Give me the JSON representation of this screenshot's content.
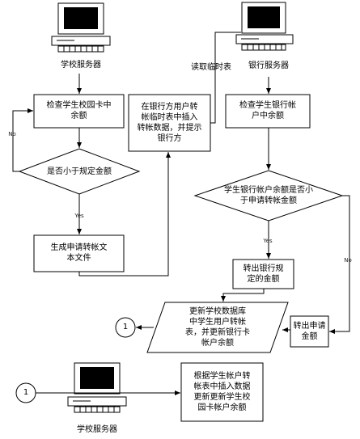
{
  "school_server_top": "学校服务器",
  "bank_server": "银行服务器",
  "read_temp_table": "读取临时表",
  "check_campus_card": [
    "检查学生校园卡中",
    "余额"
  ],
  "decision_less_than": "是否小于规定金额",
  "no_label_1": "No",
  "yes_label_1": "Yes",
  "generate_file": [
    "生成申请转帐文",
    "本文件"
  ],
  "insert_temp": [
    "在银行方用户转",
    "帐临时表中插入",
    "转帐数据，并提示",
    "银行方"
  ],
  "check_bank_balance": [
    "检查学生银行帐",
    "户中余额"
  ],
  "decision_bank": [
    "学生银行帐户余额是否小",
    "于申请转帐金额"
  ],
  "yes_label_2": "Yes",
  "no_label_2": "No",
  "transfer_amount": [
    "转出银行规",
    "定的金额"
  ],
  "transfer_request": [
    "转出申请",
    "金额"
  ],
  "update_db": [
    "更新学校数据库",
    "中学生用户转帐",
    "表，并更新银行卡",
    "帐户余额"
  ],
  "connector_1": "1",
  "connector_2": "1",
  "update_campus": [
    "根据学生帐户转",
    "帐表中插入数据",
    "更新更新学生校",
    "园卡帐户余额"
  ],
  "school_server_bottom": "学校服务器"
}
